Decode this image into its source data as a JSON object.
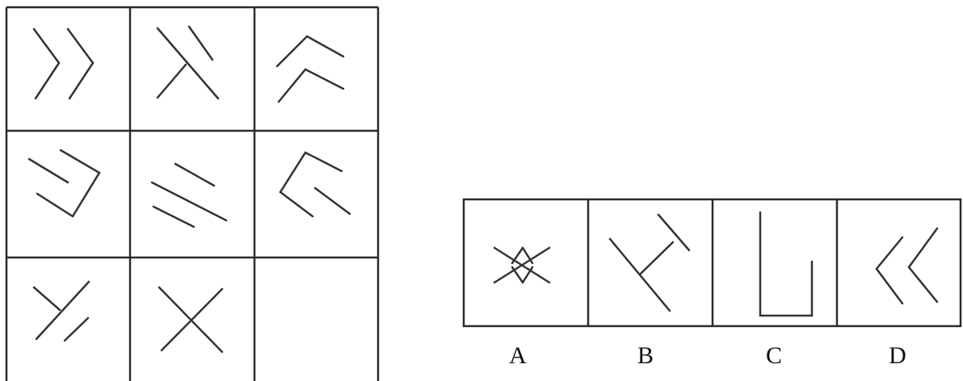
{
  "puzzle": {
    "options": [
      {
        "label": "A",
        "figure": "diamond-with-crossed-lines"
      },
      {
        "label": "B",
        "figure": "diagonal-line-with-perpendicular-bar"
      },
      {
        "label": "C",
        "figure": "u-shape-bracket"
      },
      {
        "label": "D",
        "figure": "double-left-chevron"
      }
    ]
  },
  "colors": {
    "line": "#333333",
    "grid": "#2b2b2b",
    "background": "#ffffff"
  }
}
